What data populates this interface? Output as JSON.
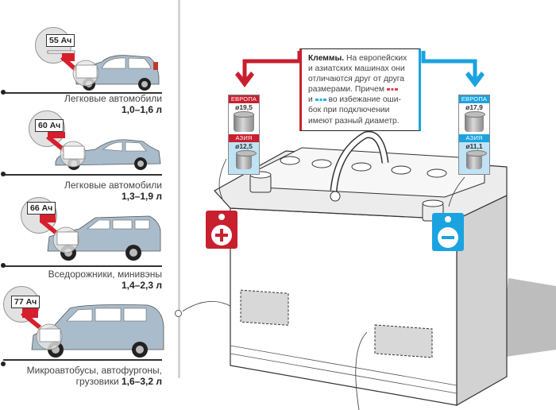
{
  "categories": [
    {
      "capacity": "55 Ач",
      "label": "Легковые автомобили",
      "range": "1,0–1,6 л",
      "vehicle": "hatchback"
    },
    {
      "capacity": "60 Ач",
      "label": "Легковые автомобили",
      "range": "1,3–1,9 л",
      "vehicle": "sedan"
    },
    {
      "capacity": "66 Ач",
      "label": "Вседорожники, минивэны",
      "range": "1,4–2,3 л",
      "vehicle": "suv"
    },
    {
      "capacity": "77 Ач",
      "label": "Микроавтобусы, автофургоны,",
      "label2": "грузовики",
      "range": "1,6–3,2 л",
      "vehicle": "minivan"
    }
  ],
  "callout": {
    "title": "Клеммы.",
    "line1": " На европейских",
    "line2": "и азиатских машинах они",
    "line3": "отличаются друг от друга",
    "line4": "размерами. Причем ",
    "line5_pre": "и ",
    "line5_post": " во избежание оши-",
    "line6": "бок при подключении",
    "line7": "имеют разный диаметр."
  },
  "terminals": {
    "positive": {
      "europe_label": "ЕВРОПА",
      "europe_diameter": "ø19,5",
      "asia_label": "АЗИЯ",
      "asia_diameter": "ø12,5",
      "color": "#c8202e",
      "symbol": "+"
    },
    "negative": {
      "europe_label": "ЕВРОПА",
      "europe_diameter": "ø17,9",
      "asia_label": "АЗИЯ",
      "asia_diameter": "ø11,1",
      "color": "#1aa3e0",
      "symbol": "−"
    }
  },
  "colors": {
    "positive": "#c8202e",
    "negative": "#1aa3e0",
    "vehicle_body": "#a9bccb",
    "asia_panel_bg": "#bfe3f5"
  }
}
